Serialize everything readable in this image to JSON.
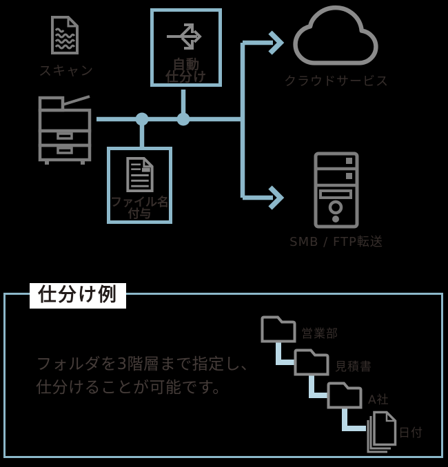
{
  "diagram": {
    "scan": {
      "label": "スキャン"
    },
    "auto_sort": {
      "line1": "自動",
      "line2": "仕分け"
    },
    "file_naming": {
      "line1": "ファイル名",
      "line2": "付与"
    },
    "cloud": {
      "label": "クラウドサービス"
    },
    "server": {
      "label": "SMB / FTP転送"
    }
  },
  "example": {
    "title": "仕分け例",
    "description_line1": "フォルダを3階層まで指定し、",
    "description_line2": "仕分けることが可能です。",
    "folders": [
      {
        "level": 1,
        "label": "営業部"
      },
      {
        "level": 2,
        "label": "見積書"
      },
      {
        "level": 3,
        "label": "A社"
      },
      {
        "level": 4,
        "label": "日付"
      }
    ]
  },
  "colors": {
    "background": "#000000",
    "flow_blue": "#8cb8ca",
    "tree_blue": "#bad9e6",
    "icon_gray": "#7d7d7d",
    "text_dark": "#362e2b",
    "title_label_background": "#ffffff"
  }
}
